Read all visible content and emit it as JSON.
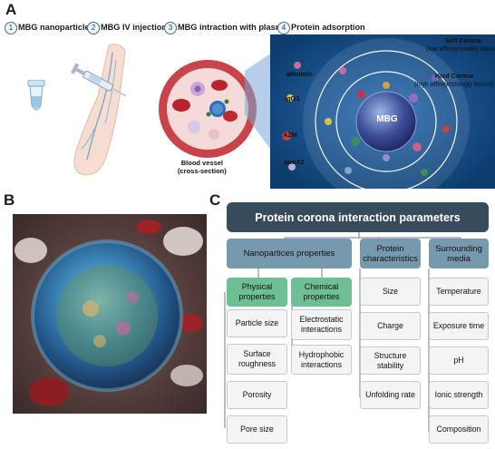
{
  "panels": {
    "a": "A",
    "b": "B",
    "c": "C"
  },
  "steps": [
    {
      "num": "1",
      "label": "MBG nanoparticles"
    },
    {
      "num": "2",
      "label": "MBG IV injection"
    },
    {
      "num": "3",
      "label": "MBG intraction with plasma"
    },
    {
      "num": "4",
      "label": "Protein adsorption"
    }
  ],
  "blood_vessel": {
    "line1": "Blood vessel",
    "line2": "(cross-section)"
  },
  "core_label": "MBG",
  "protein_labels": {
    "albumin": "albumin",
    "igg1": "igG1",
    "a2m": "A2M",
    "apoa1": "apoA1"
  },
  "soft_corona": {
    "title": "Soft Corona",
    "detail": "(low affinity/weakly bound)"
  },
  "hard_corona": {
    "title": "Hard Corona",
    "detail": "(high affinity/strongly bound)"
  },
  "diagram": {
    "title": "Protein corona interaction parameters",
    "nanoparticle": {
      "header": "Nanopartices properties",
      "physical": {
        "header": "Physical properties",
        "items": [
          "Particle size",
          "Surface roughness",
          "Porosity",
          "Pore size"
        ]
      },
      "chemical": {
        "header": "Chemical properties",
        "items": [
          "Electrostatic interactions",
          "Hydrophobic interactions"
        ]
      }
    },
    "protein": {
      "header": "Protein characteristics",
      "items": [
        "Size",
        "Charge",
        "Structure stability",
        "Unfolding rate"
      ]
    },
    "media": {
      "header": "Surrounding media",
      "items": [
        "Temperature",
        "Exposure time",
        "pH",
        "Ionic strength",
        "Composition"
      ]
    }
  },
  "colors": {
    "header": "#384b5d",
    "category": "#7799ad",
    "subcategory": "#6fbf94",
    "leaf": "#f4f4f4",
    "plasma": "#0d3d6e",
    "vessel": "#c8444a"
  }
}
